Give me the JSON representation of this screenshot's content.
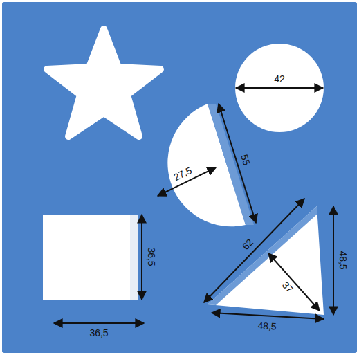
{
  "diagram": {
    "labels": [
      "42",
      "55",
      "27,5",
      "36,5",
      "36,5",
      "62",
      "37",
      "48,5",
      "48,5"
    ]
  }
}
